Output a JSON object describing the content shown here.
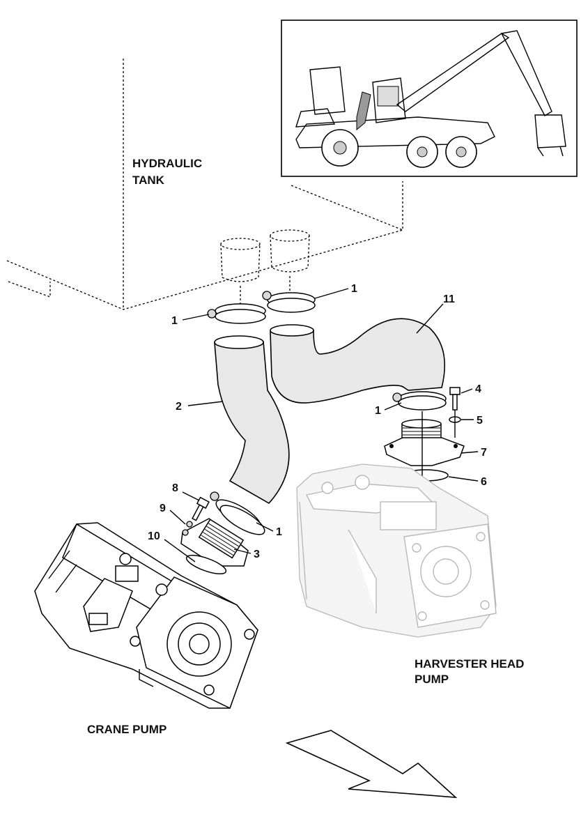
{
  "labels": {
    "hydraulic_tank": [
      "HYDRAULIC",
      "TANK"
    ],
    "harvester_head_pump": [
      "HARVESTER HEAD",
      "PUMP"
    ],
    "crane_pump": "CRANE PUMP"
  },
  "callouts": {
    "c1_left": "1",
    "c1_top": "1",
    "c1_harvester": "1",
    "c1_crane": "1",
    "c2": "2",
    "c3": "3",
    "c4": "4",
    "c5": "5",
    "c6": "6",
    "c7": "7",
    "c8": "8",
    "c9": "9",
    "c10": "10",
    "c11": "11"
  }
}
